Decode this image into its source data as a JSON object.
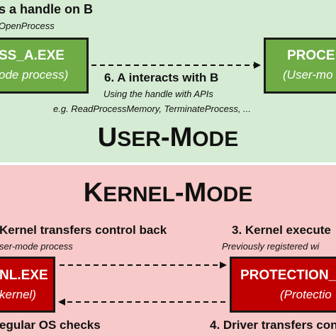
{
  "user_mode": {
    "top_label": "s a handle on B",
    "top_sublabel": "OpenProcess",
    "box_a_title": "SS_A.EXE",
    "box_a_sub": "ode process)",
    "box_b_title": "PROCE",
    "box_b_sub": "(User-mo",
    "step6_label": "6. A interacts with B",
    "step6_sub1": "Using the handle with APIs",
    "step6_sub2": "e.g. ReadProcessMemory, TerminateProcess, ...",
    "heading_first": "U",
    "heading_first_rest": "SER",
    "heading_dash": "-",
    "heading_second": "M",
    "heading_second_rest": "ODE"
  },
  "kernel_mode": {
    "heading_first": "K",
    "heading_first_rest": "ERNEL",
    "heading_dash": "-",
    "heading_second": "M",
    "heading_second_rest": "ODE",
    "left_label": "Kernel transfers control back",
    "left_sublabel": "ser-mode process",
    "right_label": "3. Kernel execute",
    "right_sublabel": "Previously registered wi",
    "box_left_title": "NL.EXE",
    "box_left_sub": "kernel)",
    "box_right_title": "PROTECTION_",
    "box_right_sub": "(Protectio",
    "bottom_left": "egular OS checks",
    "bottom_right": "4. Driver transfers con"
  },
  "colors": {
    "user_bg": "#d5ebd3",
    "kernel_bg": "#f7c9c9",
    "green_box": "#6fac46",
    "red_box": "#c00000"
  }
}
